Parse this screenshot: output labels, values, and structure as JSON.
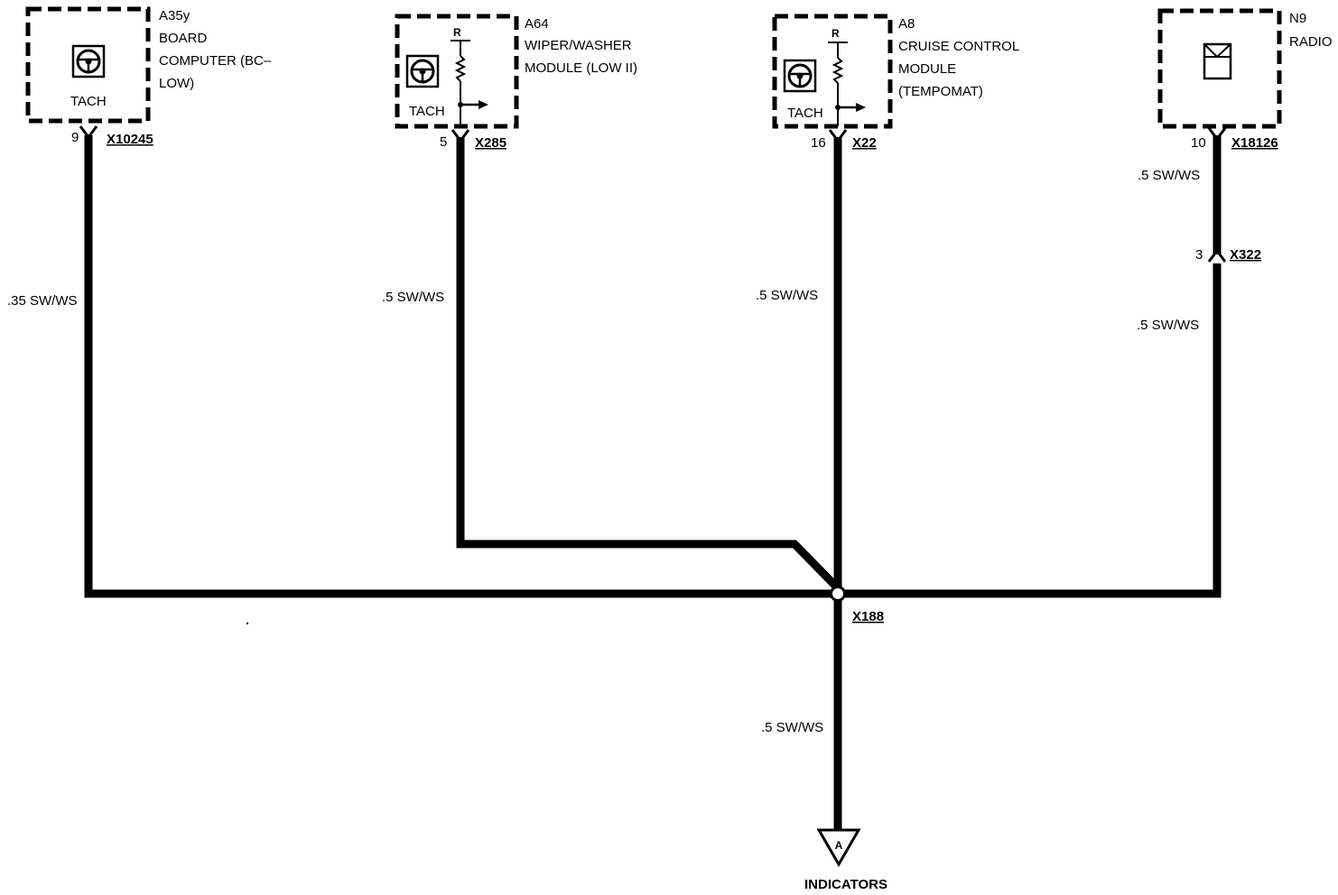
{
  "components": {
    "a35y": {
      "id": "A35y",
      "line1": "BOARD",
      "line2": "COMPUTER (BC–",
      "line3": "LOW)",
      "tach": "TACH"
    },
    "a64": {
      "id": "A64",
      "line1": "WIPER/WASHER",
      "line2": "MODULE (LOW II)",
      "tach": "TACH",
      "r": "R"
    },
    "a8": {
      "id": "A8",
      "line1": "CRUISE CONTROL",
      "line2": "MODULE",
      "line3": "(TEMPOMAT)",
      "tach": "TACH",
      "r": "R"
    },
    "n9": {
      "id": "N9",
      "line1": "RADIO"
    }
  },
  "connectors": {
    "x10245": {
      "pin": "9",
      "name": "X10245"
    },
    "x285": {
      "pin": "5",
      "name": "X285"
    },
    "x22": {
      "pin": "16",
      "name": "X22"
    },
    "x18126": {
      "pin": "10",
      "name": "X18126"
    },
    "x322": {
      "pin": "3",
      "name": "X322"
    },
    "x188": {
      "name": "X188"
    }
  },
  "wires": {
    "a35y": ".35 SW/WS",
    "a64": ".5 SW/WS",
    "a8": ".5 SW/WS",
    "n9_upper": ".5 SW/WS",
    "n9_lower": ".5 SW/WS",
    "bottom": ".5 SW/WS"
  },
  "destination": {
    "symbol": "A",
    "label": "INDICATORS"
  }
}
